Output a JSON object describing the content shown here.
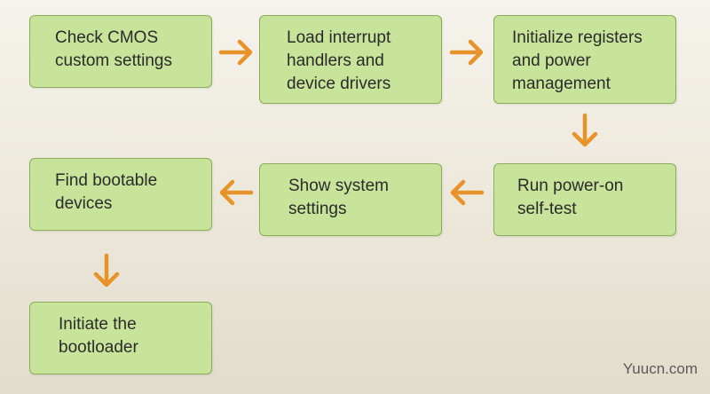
{
  "steps": [
    {
      "id": "check-cmos",
      "label": "Check CMOS\ncustom settings"
    },
    {
      "id": "load-interrupt-handlers",
      "label": "Load interrupt\nhandlers and\ndevice drivers"
    },
    {
      "id": "initialize-registers",
      "label": "Initialize registers\nand power\nmanagement"
    },
    {
      "id": "run-post",
      "label": "Run power-on\nself-test"
    },
    {
      "id": "show-system-settings",
      "label": "Show system\nsettings"
    },
    {
      "id": "find-bootable-devices",
      "label": "Find bootable\ndevices"
    },
    {
      "id": "initiate-bootloader",
      "label": "Initiate the\nbootloader"
    }
  ],
  "arrows": [
    {
      "from": "check-cmos",
      "to": "load-interrupt-handlers",
      "direction": "right"
    },
    {
      "from": "load-interrupt-handlers",
      "to": "initialize-registers",
      "direction": "right"
    },
    {
      "from": "initialize-registers",
      "to": "run-post",
      "direction": "down"
    },
    {
      "from": "run-post",
      "to": "show-system-settings",
      "direction": "left"
    },
    {
      "from": "show-system-settings",
      "to": "find-bootable-devices",
      "direction": "left"
    },
    {
      "from": "find-bootable-devices",
      "to": "initiate-bootloader",
      "direction": "down"
    }
  ],
  "colors": {
    "box_fill": "#c8e39a",
    "box_border": "#8cad5a",
    "arrow": "#e8922a",
    "background": "#efebe0"
  },
  "watermark": "Yuucn.com"
}
